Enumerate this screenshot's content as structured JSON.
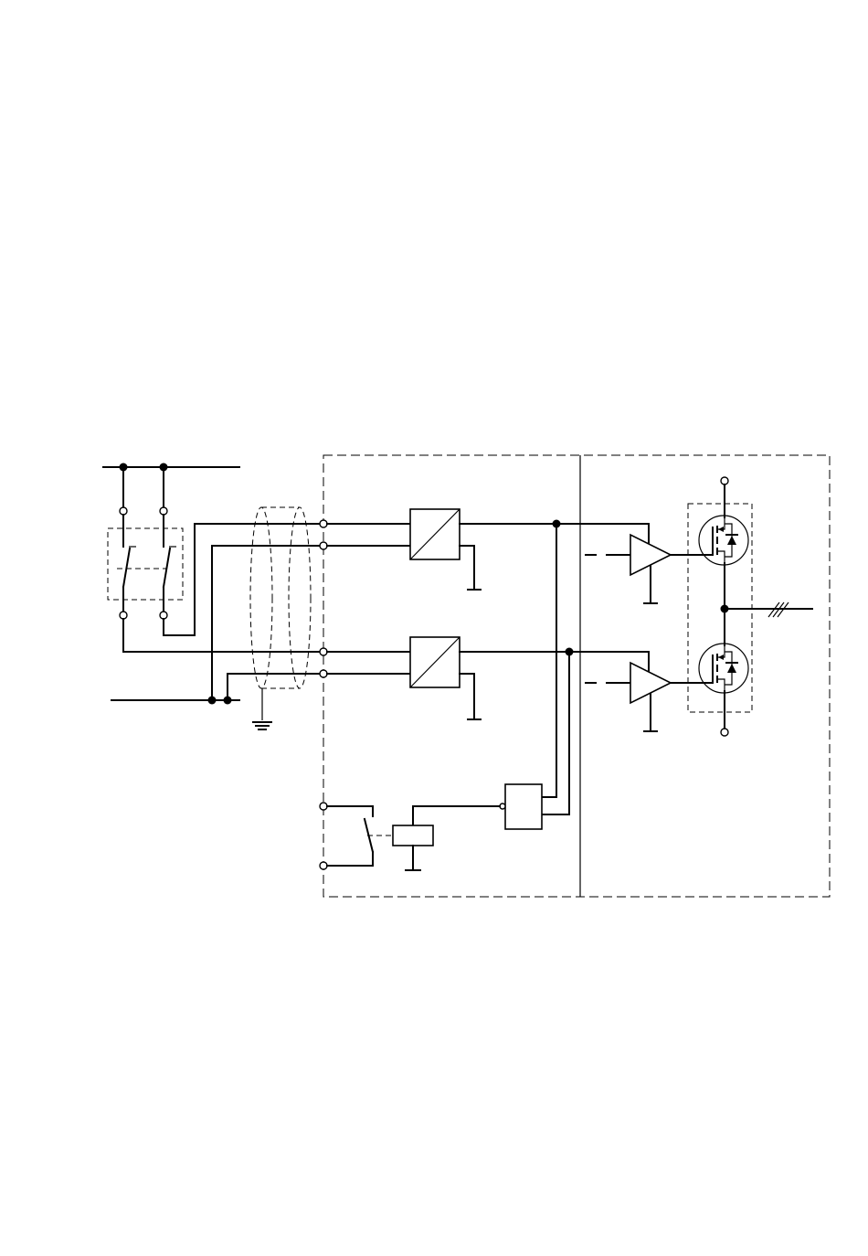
{
  "diagram": {
    "description_text": "",
    "line_color": "#000000",
    "background_color": "#ffffff",
    "components": [
      "two-pole-switch",
      "shielded-cable",
      "signal-converter-upper",
      "signal-converter-lower",
      "relay",
      "logic-block",
      "gate-driver-upper",
      "gate-driver-lower",
      "igbt-upper",
      "igbt-lower",
      "ground-symbol"
    ]
  }
}
